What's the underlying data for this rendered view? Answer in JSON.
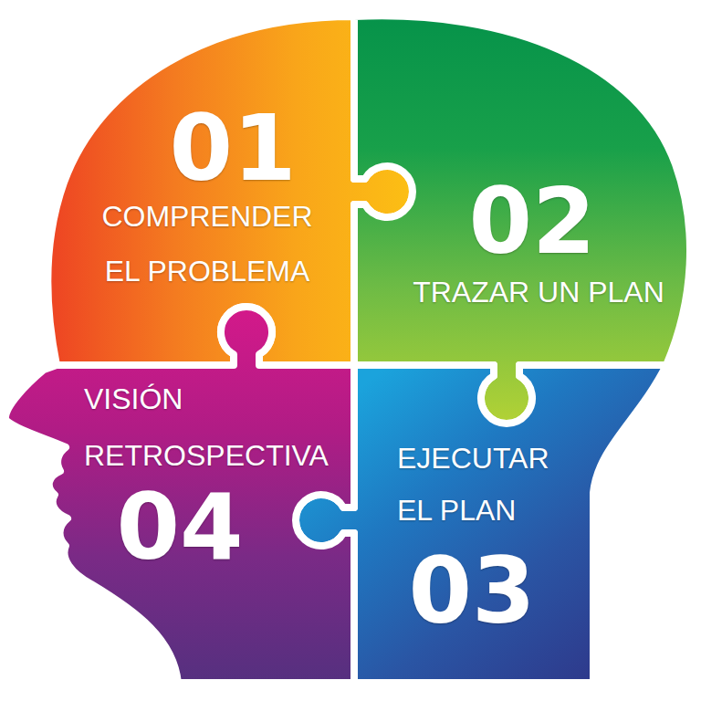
{
  "diagram": {
    "nodes": [
      {
        "text": [
          "01",
          "COMPRENDER EL PROBLEMA"
        ]
      },
      {
        "text": [
          "02",
          "TRAZAR UN PLAN"
        ]
      },
      {
        "text": [
          "EJECUTAR EL PLAN",
          "03"
        ]
      },
      {
        "text": [
          "VISIÓN RETROSPECTIVA",
          "04"
        ]
      }
    ]
  }
}
